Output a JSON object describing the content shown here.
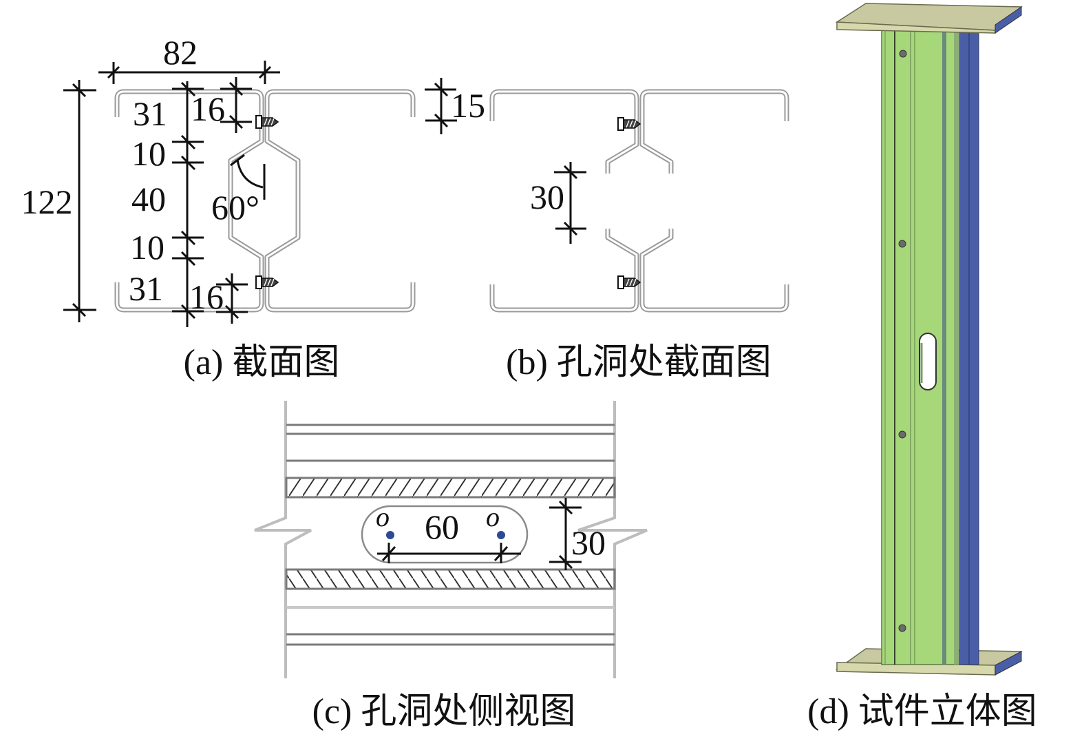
{
  "figure": {
    "panels": [
      {
        "id": "a",
        "caption": "(a) 截面图",
        "dimensions": {
          "width": "82",
          "height": "122",
          "lip_top": "16",
          "lip_bottom": "16",
          "flange_to_stiffener_top": "31",
          "stiffener_top": "10",
          "web_middle": "40",
          "stiffener_bottom": "10",
          "flange_to_stiffener_bottom": "31",
          "angle": "60°"
        }
      },
      {
        "id": "b",
        "caption": "(b) 孔洞处截面图",
        "dimensions": {
          "lip": "15",
          "hole_height": "30"
        }
      },
      {
        "id": "c",
        "caption": "(c) 孔洞处侧视图",
        "dimensions": {
          "hole_center_spacing": "60",
          "hole_height": "30",
          "center_label_left": "o",
          "center_label_right": "o"
        },
        "colors": {
          "center_point": "#2e4a94"
        }
      },
      {
        "id": "d",
        "caption": "(d) 试件立体图",
        "colors": {
          "column_face": "#a6d87a",
          "column_side": "#4a5ea8",
          "end_plate": "#d7d9ac",
          "end_plate_edge": "#4a5ea8",
          "bolt": "#6b6b6b"
        }
      }
    ]
  }
}
